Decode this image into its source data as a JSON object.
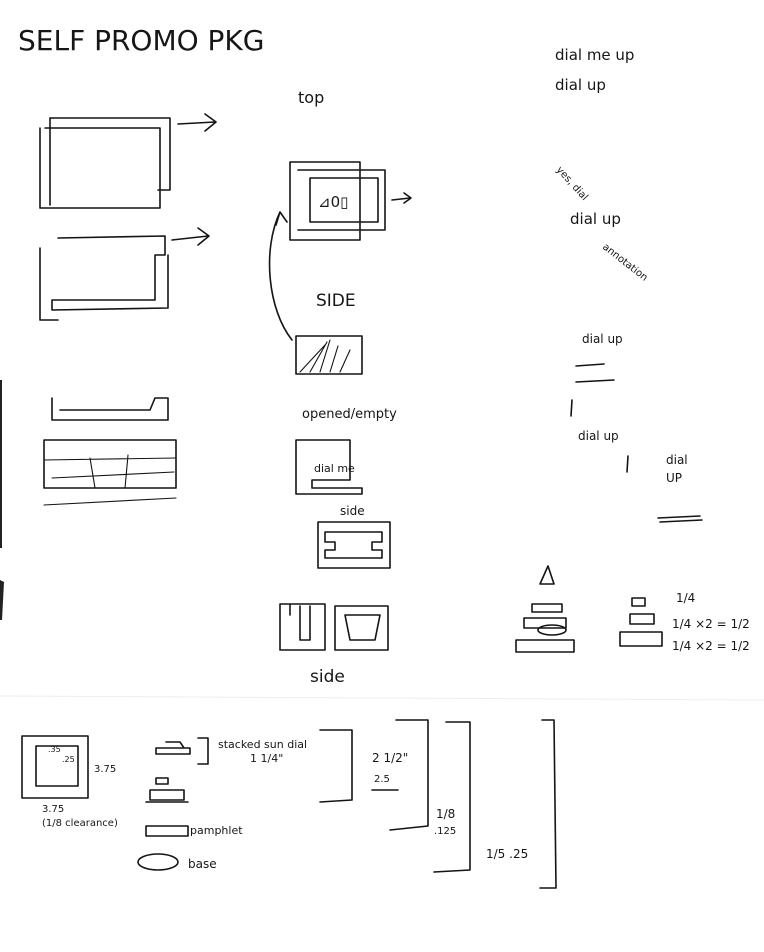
{
  "title": "SELF PROMO PKG",
  "column_b": {
    "top_label": "top",
    "top_box_text": "⊿0▯",
    "side_label": "SIDE",
    "opened_label": "opened/empty",
    "dial_me_label": "dial me",
    "side_label_2": "side",
    "side_label_3": "side"
  },
  "column_c": {
    "dial_me_up": "dial me up",
    "dial_up_1": "dial up",
    "diag_small": "yes, dial",
    "dial_up_2": "dial up",
    "diag_long": "annotation",
    "dial_up_3": "dial up",
    "dial_up_4": "dial up",
    "dial_up_5a": "dial",
    "dial_up_5b": "UP",
    "fraction_1": "1/4",
    "fraction_2": "1/4 ×2 = 1/2",
    "fraction_3": "1/4 ×2 = 1/2"
  },
  "bottom": {
    "inner_dim_a": ".35",
    "inner_dim_b": ".25",
    "width_label": "3.75",
    "height_label": "3.75",
    "clearance_note": "(1/8 clearance)",
    "stacked_label": "stacked sun dial",
    "stacked_size": "1 1/4\"",
    "dim_a": "2 1/2\"",
    "dim_a2": "2.5",
    "dim_b": "1/8",
    "dim_b2": ".125",
    "dim_c": "1/5 .25",
    "pamphlet_label": "pamphlet",
    "base_label": "base"
  }
}
